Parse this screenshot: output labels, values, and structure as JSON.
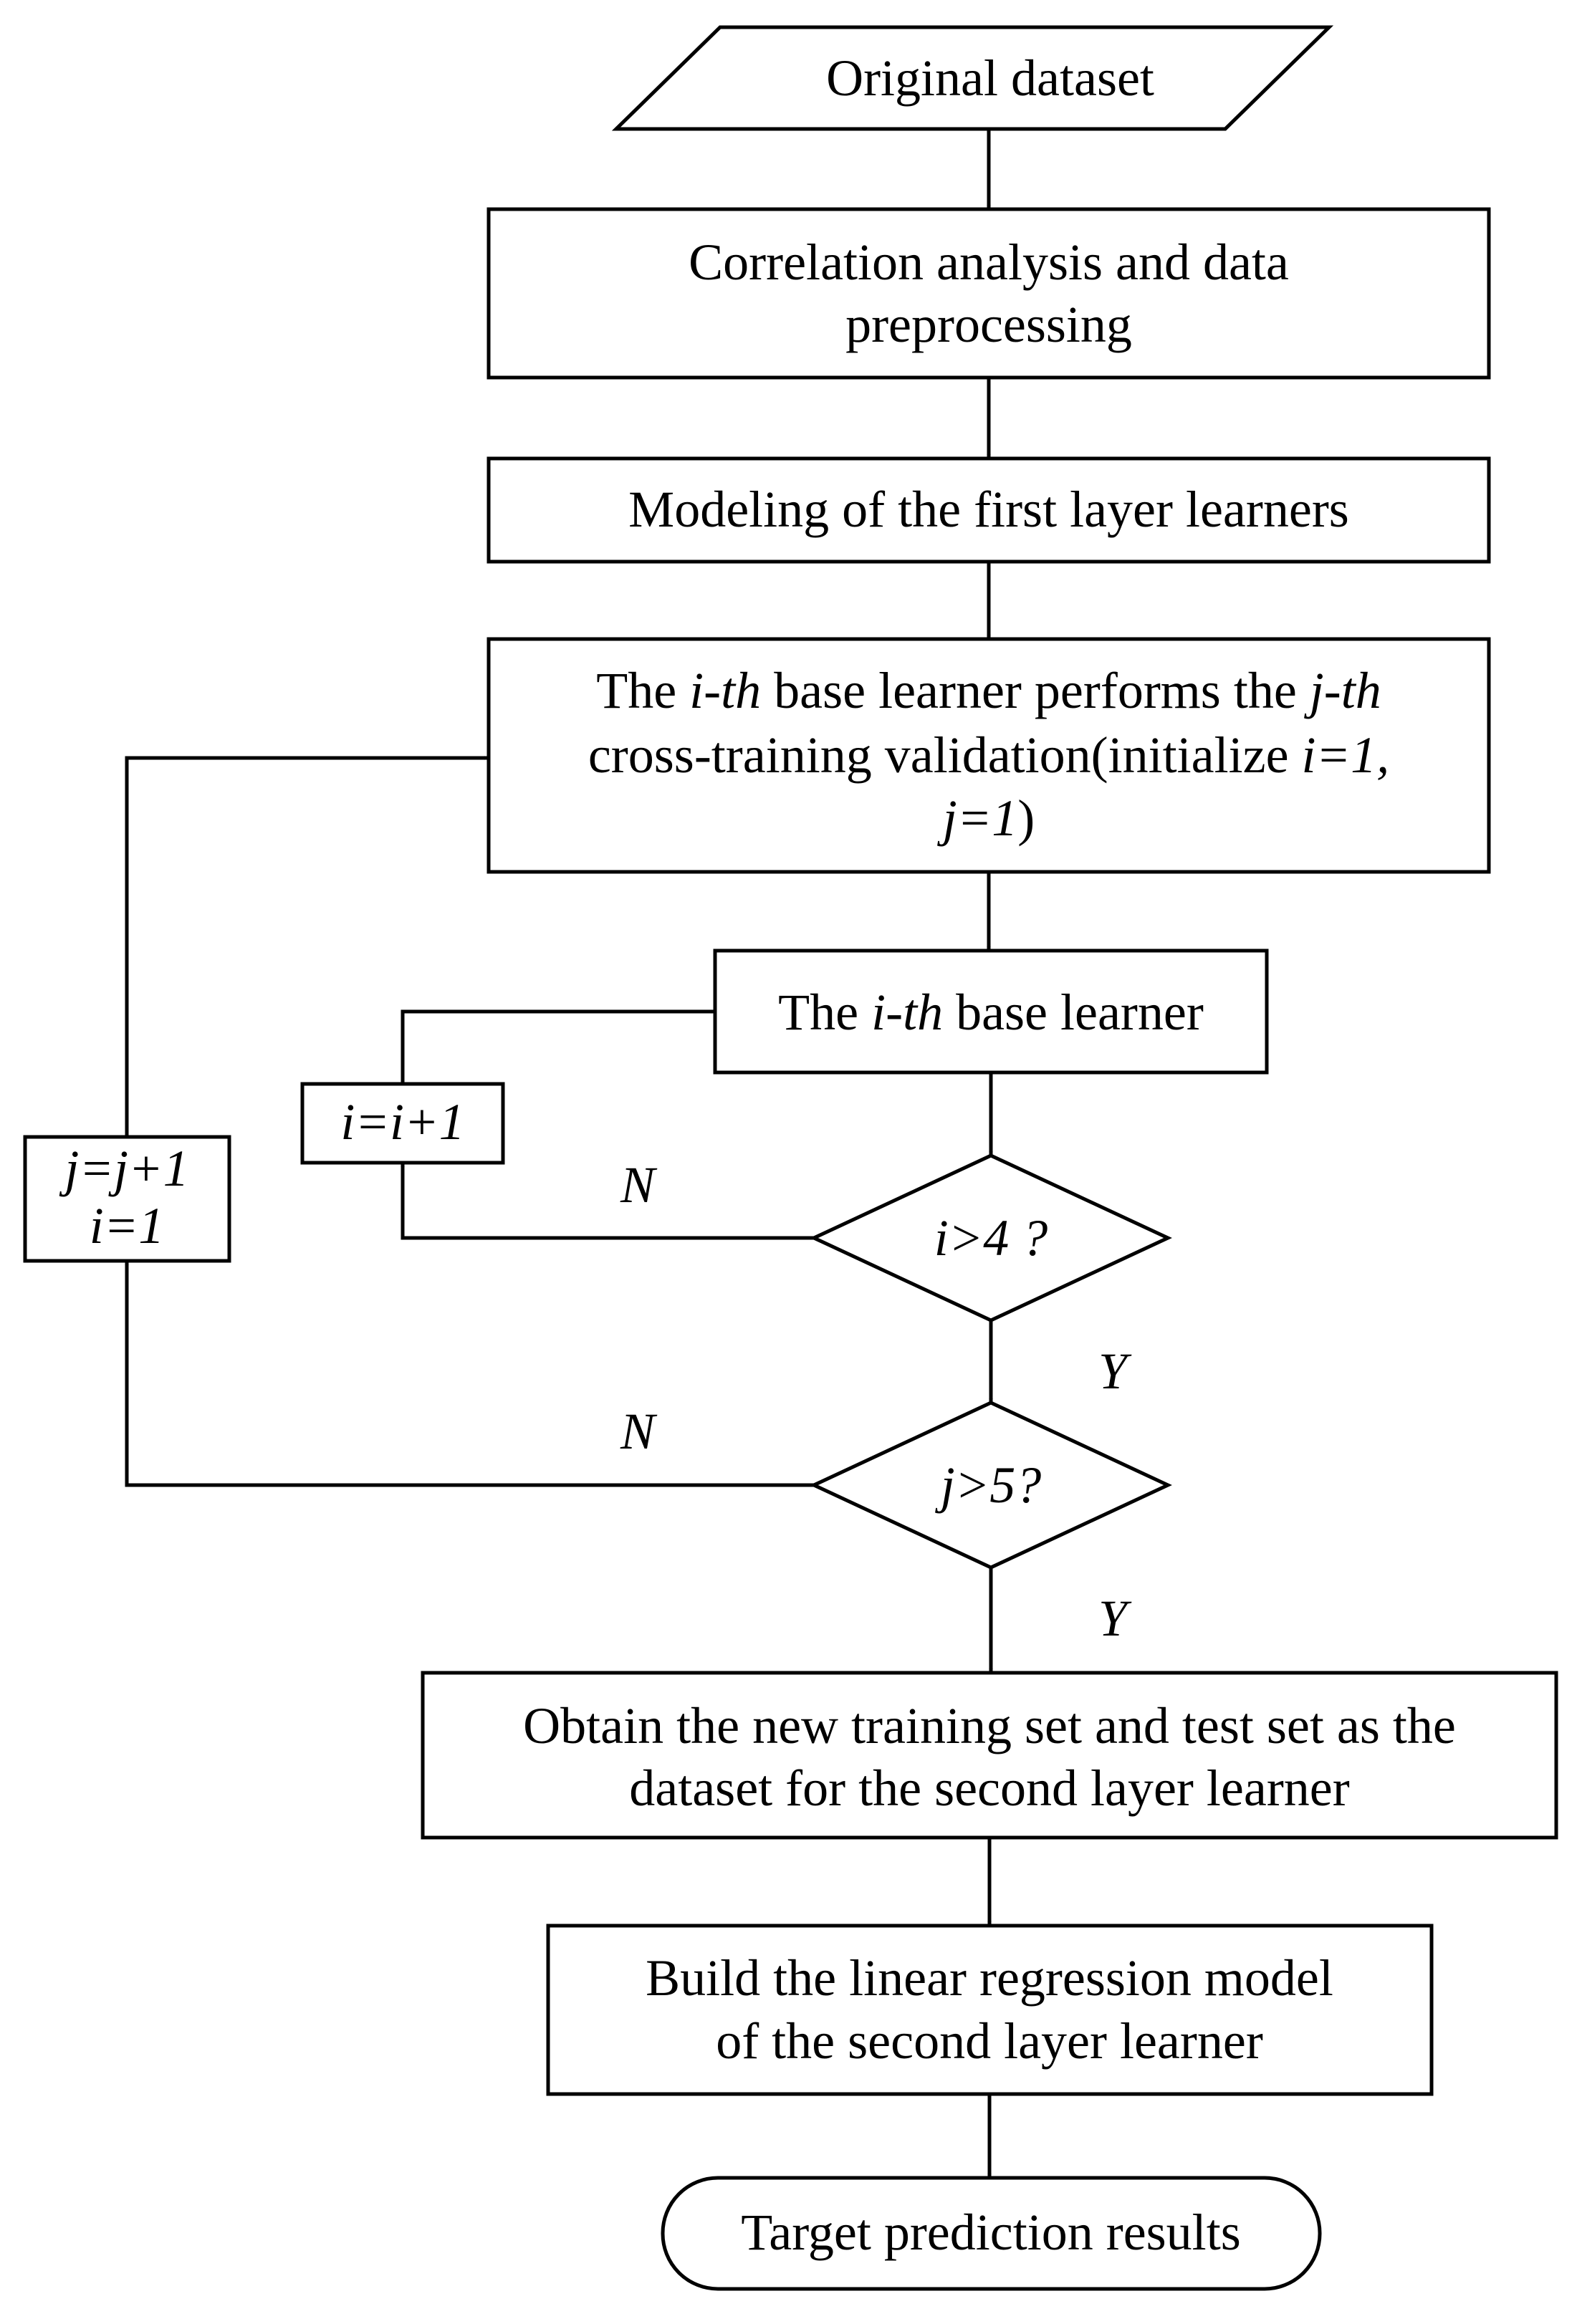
{
  "nodes": {
    "original_dataset": {
      "label": "Original dataset"
    },
    "correlation": {
      "line1": "Correlation analysis and data",
      "line2": "preprocessing"
    },
    "modeling_first_layer": {
      "label": "Modeling of the first layer learners"
    },
    "cross_training": {
      "line1_a": "The ",
      "line1_b": "i-th",
      "line1_c": " base learner performs the ",
      "line1_d": "j-th",
      "line2_a": "cross-training validation(initialize ",
      "line2_b": "i=1,",
      "line3_a": "j=1",
      "line3_b": ")"
    },
    "base_learner": {
      "a": "The ",
      "b": "i-th",
      "c": " base learner"
    },
    "increment_i": {
      "label": "i=i+1"
    },
    "increment_j": {
      "line1": "j=j+1",
      "line2": "i=1"
    },
    "decision_i": {
      "label": "i>4 ?"
    },
    "decision_j": {
      "label": "j>5?"
    },
    "new_dataset": {
      "line1": "Obtain the new training set and test set as the",
      "line2": "dataset for the second layer learner"
    },
    "linear_regression": {
      "line1": "Build the linear regression model",
      "line2": "of the second layer learner"
    },
    "target": {
      "label": "Target prediction results"
    }
  },
  "edges": {
    "decision_i_no": "N",
    "decision_i_yes": "Y",
    "decision_j_no": "N",
    "decision_j_yes": "Y"
  },
  "colors": {
    "stroke": "#000000",
    "background": "#ffffff"
  }
}
